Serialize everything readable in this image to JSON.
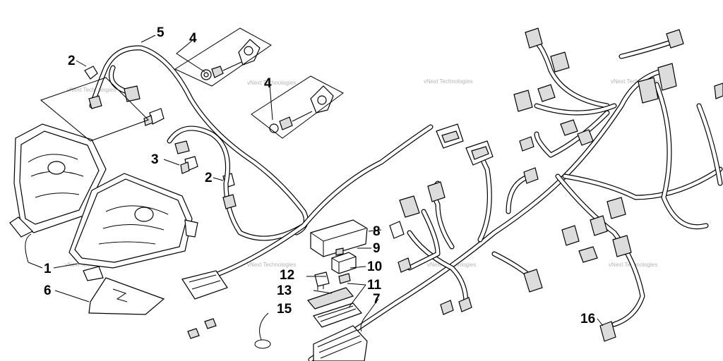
{
  "callouts": [
    {
      "label": "1"
    },
    {
      "label": "2"
    },
    {
      "label": "2"
    },
    {
      "label": "3"
    },
    {
      "label": "4"
    },
    {
      "label": "4"
    },
    {
      "label": "5"
    },
    {
      "label": "6"
    },
    {
      "label": "7"
    },
    {
      "label": "8"
    },
    {
      "label": "9"
    },
    {
      "label": "10"
    },
    {
      "label": "11"
    },
    {
      "label": "12"
    },
    {
      "label": "13"
    },
    {
      "label": "15"
    },
    {
      "label": "16"
    }
  ],
  "watermark": {
    "line1": "vNext Technologies",
    "line2": "Technologies"
  }
}
